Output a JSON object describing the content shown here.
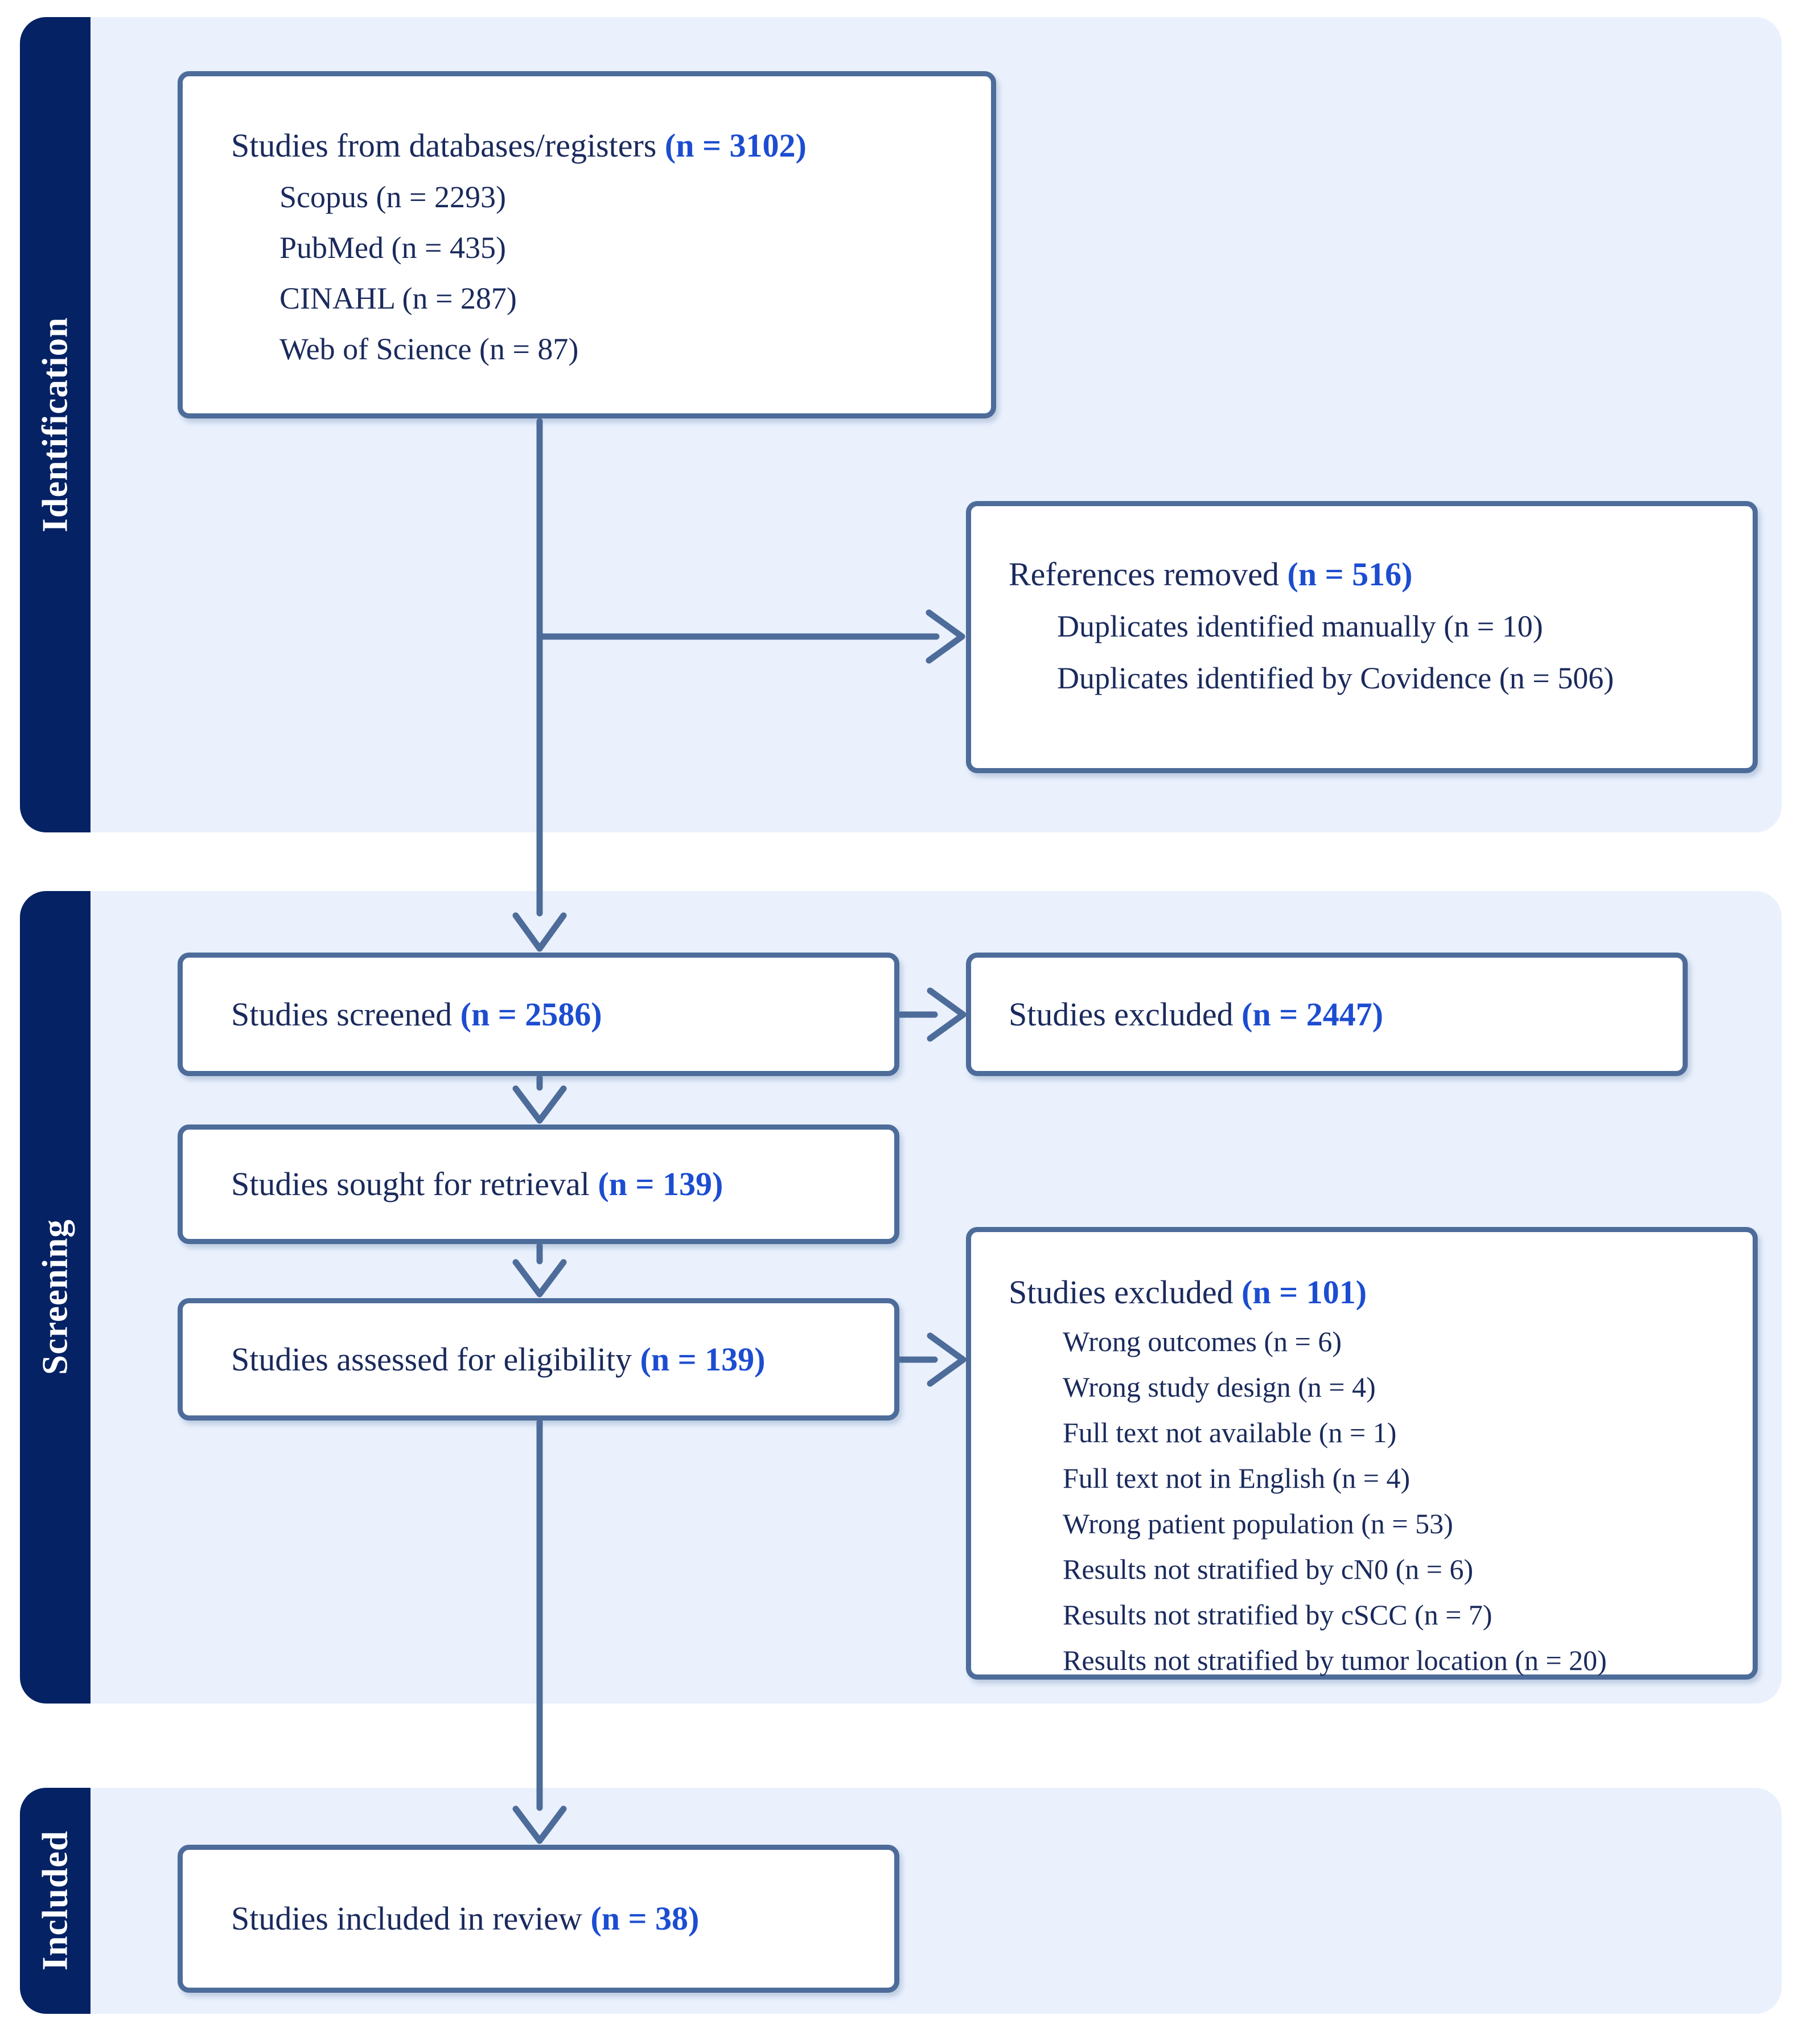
{
  "sections": {
    "identification": {
      "label": "Identification"
    },
    "screening": {
      "label": "Screening"
    },
    "included": {
      "label": "Included"
    }
  },
  "boxes": {
    "databases": {
      "title": "Studies from databases/registers",
      "count": "(n = 3102)",
      "items": [
        "Scopus (n = 2293)",
        "PubMed (n = 435)",
        "CINAHL (n = 287)",
        "Web of Science (n = 87)"
      ]
    },
    "references_removed": {
      "title": "References removed",
      "count": "(n = 516)",
      "items": [
        "Duplicates identified manually (n = 10)",
        "Duplicates identified by Covidence (n = 506)"
      ]
    },
    "screened": {
      "title": "Studies screened",
      "count": "(n = 2586)"
    },
    "excluded_screening": {
      "title": "Studies excluded",
      "count": "(n = 2447)"
    },
    "sought": {
      "title": "Studies sought for retrieval",
      "count": "(n = 139)"
    },
    "assessed": {
      "title": "Studies assessed for eligibility",
      "count": "(n = 139)"
    },
    "excluded_eligibility": {
      "title": "Studies excluded",
      "count": "(n = 101)",
      "items": [
        "Wrong outcomes (n = 6)",
        "Wrong study design (n = 4)",
        "Full text not available (n = 1)",
        "Full text not in English (n = 4)",
        "Wrong patient population (n = 53)",
        "Results not stratified by cN0 (n = 6)",
        "Results not stratified by cSCC (n = 7)",
        "Results not stratified by tumor location (n = 20)"
      ]
    },
    "included_review": {
      "title": "Studies included in review",
      "count": "(n = 38)"
    }
  },
  "colors": {
    "section_band": "#eaf1fd",
    "sidebar_navy": "#042264",
    "box_border": "#4d6c9a",
    "arrow": "#4d6c9a",
    "text_navy": "#1a2a5c",
    "count_blue": "#1c4dd1"
  }
}
